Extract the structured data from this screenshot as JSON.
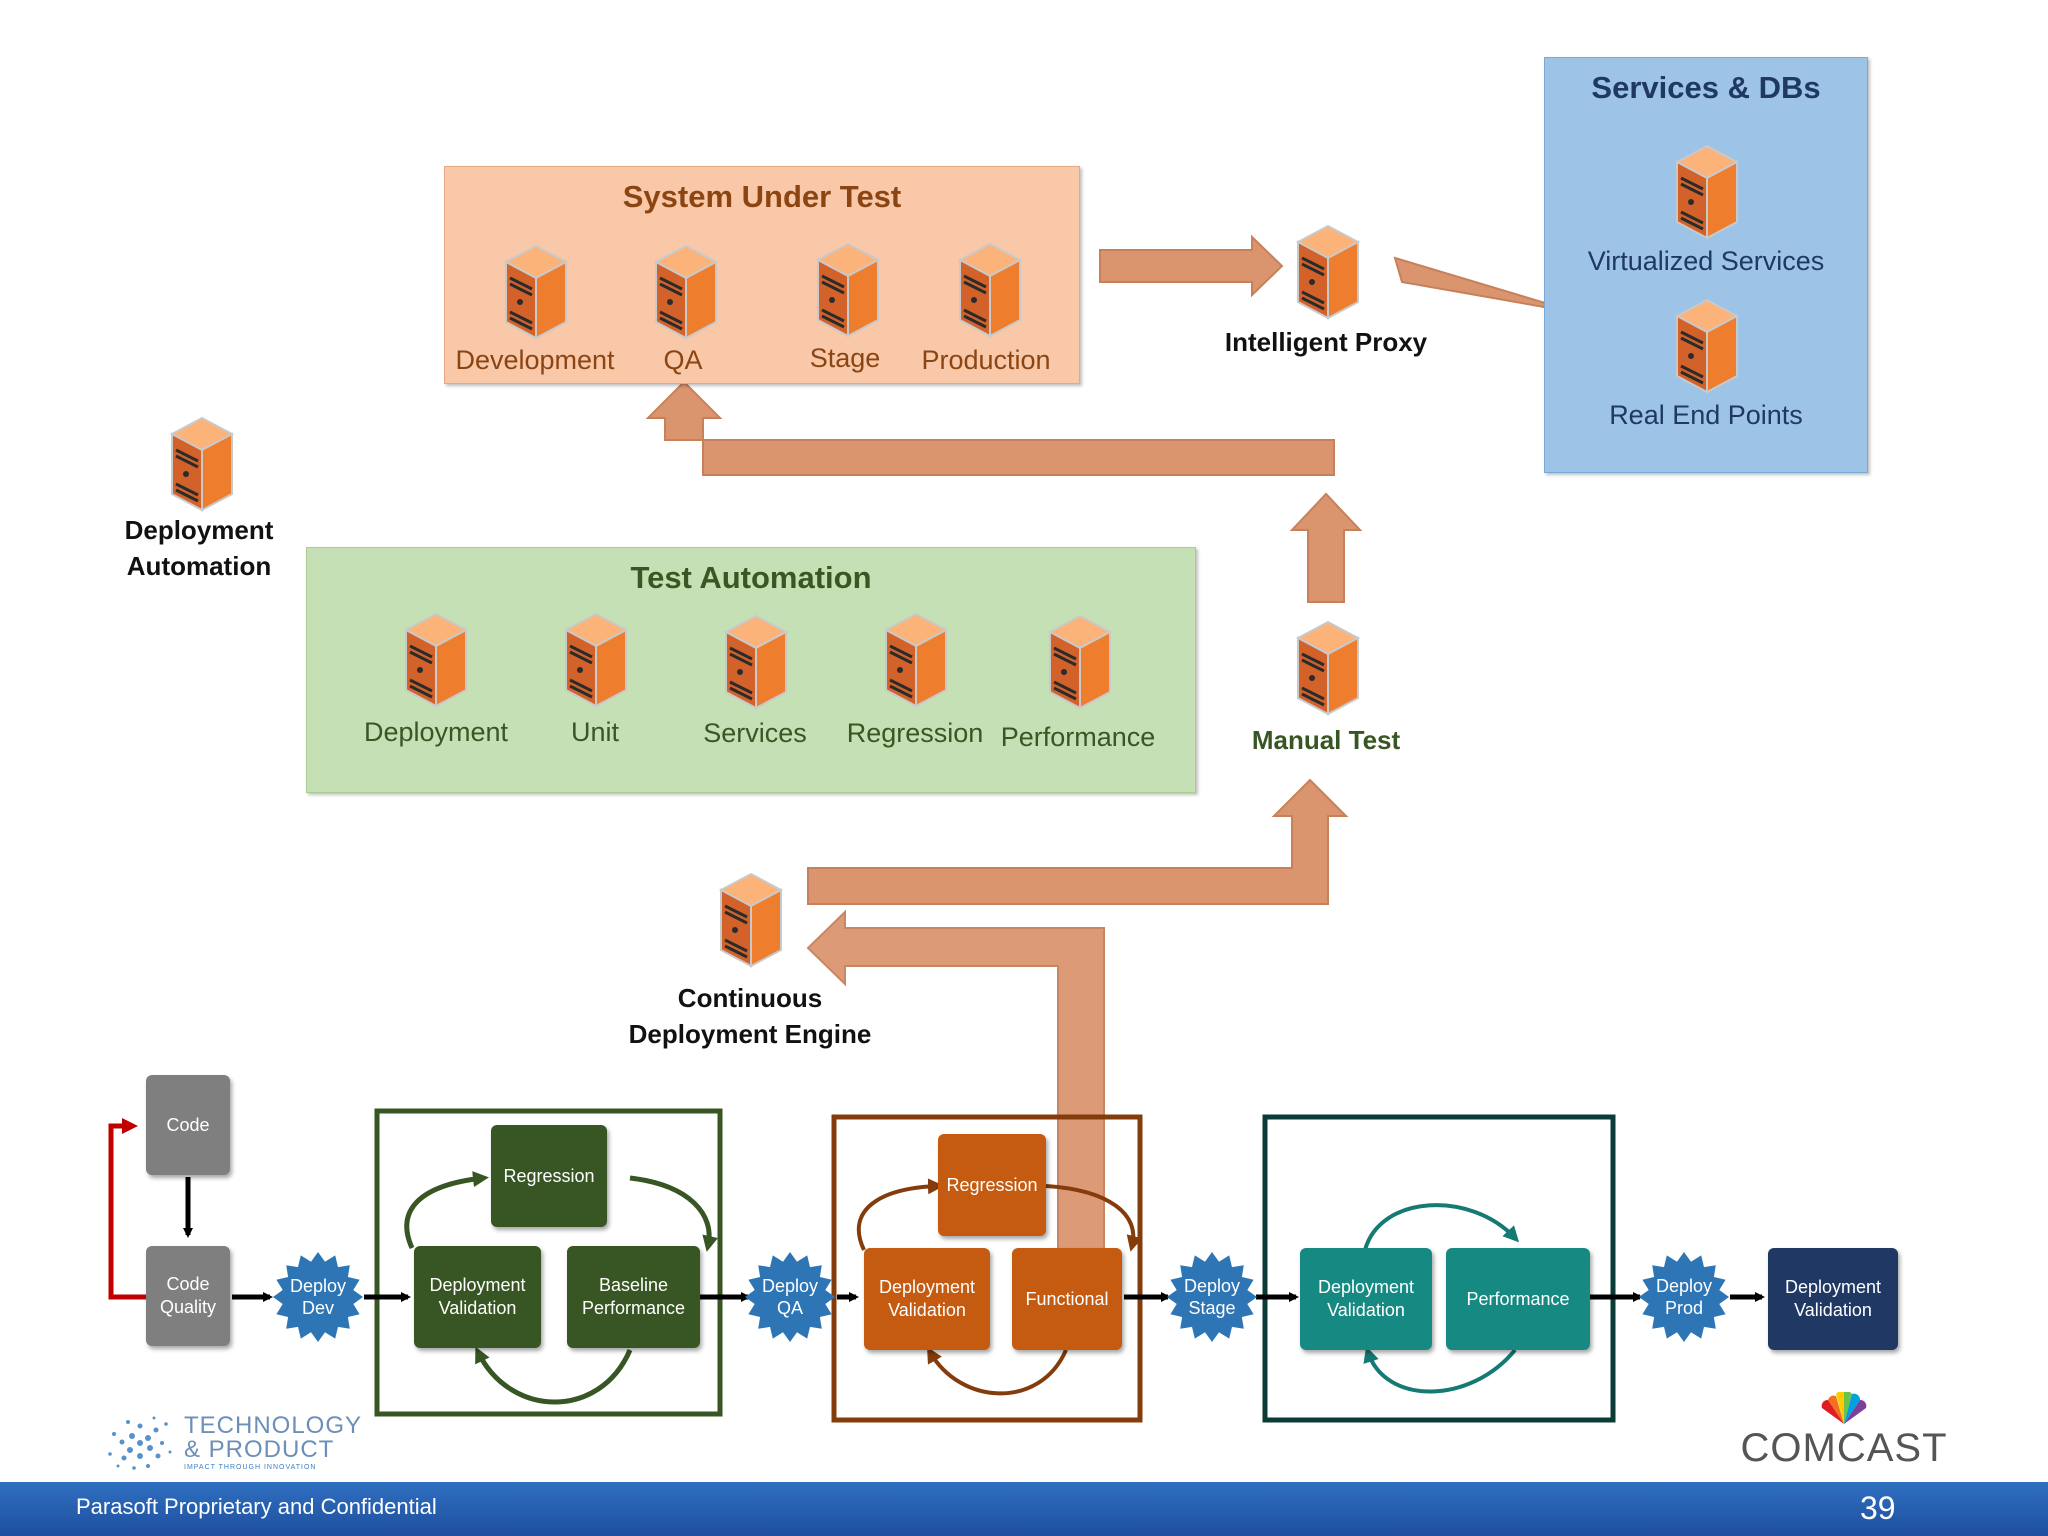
{
  "system_under_test": {
    "title": "System Under Test",
    "servers": [
      "Development",
      "QA",
      "Stage",
      "Production"
    ]
  },
  "intelligent_proxy": {
    "label": "Intelligent Proxy"
  },
  "services_dbs": {
    "title": "Services & DBs",
    "servers": [
      "Virtualized Services",
      "Real End Points"
    ]
  },
  "deployment_automation": {
    "label": "Deployment\nAutomation"
  },
  "test_automation": {
    "title": "Test Automation",
    "servers": [
      "Deployment",
      "Unit",
      "Services",
      "Regression",
      "Performance"
    ]
  },
  "manual_test": {
    "label": "Manual Test"
  },
  "cd_engine": {
    "label": "Continuous\nDeployment Engine"
  },
  "pipeline": {
    "code": "Code",
    "code_quality": "Code\nQuality",
    "deploy_dev": "Deploy\nDev",
    "dev_regression": "Regression",
    "dev_deployment_validation": "Deployment\nValidation",
    "dev_baseline_performance": "Baseline\nPerformance",
    "deploy_qa": "Deploy\nQA",
    "qa_regression": "Regression",
    "qa_deployment_validation": "Deployment\nValidation",
    "qa_functional": "Functional",
    "deploy_stage": "Deploy\nStage",
    "stage_deployment_validation": "Deployment\nValidation",
    "stage_performance": "Performance",
    "deploy_prod": "Deploy\nProd",
    "prod_deployment_validation": "Deployment\nValidation"
  },
  "logos": {
    "tp_line1": "TECHNOLOGY",
    "tp_line2": "& PRODUCT",
    "tp_tagline": "IMPACT THROUGH INNOVATION",
    "comcast": "COMCAST"
  },
  "footer": {
    "text": "Parasoft Proprietary and Confidential",
    "page_number": "39"
  },
  "colors": {
    "sut_panel": "#f8c8a8",
    "sut_title": "#8b4513",
    "services_panel": "#9dc3e6",
    "services_title": "#1f3864",
    "test_panel": "#c5e0b4",
    "test_title": "#385723",
    "arrow": "#d99068",
    "dev_green": "#375623",
    "qa_orange": "#c55a11",
    "stage_teal": "#168a82",
    "prod_navy": "#1f3864",
    "deploy_star": "#2e75b6",
    "code_gray": "#7f7f7f"
  }
}
